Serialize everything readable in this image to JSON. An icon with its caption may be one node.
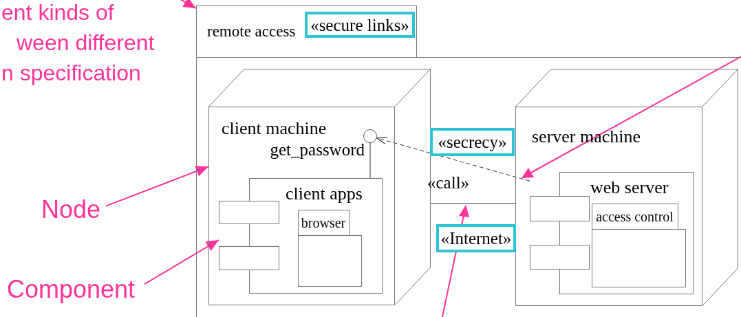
{
  "diagram": {
    "nodes": [
      {
        "text": [
          "remote access"
        ]
      },
      {
        "text": [
          "«secure links»"
        ]
      },
      {
        "text": [
          "client machine"
        ],
        "in": 0
      },
      {
        "text": [],
        "shape": "circle",
        "beside": [
          "get_password"
        ],
        "in": 2
      },
      {
        "text": [
          "client apps"
        ],
        "in": 2
      },
      {
        "text": [
          "browser"
        ],
        "in": 4
      },
      {
        "text": [
          "«secrecy»"
        ],
        "in": 0
      },
      {
        "text": [
          "server machine"
        ],
        "in": 0
      },
      {
        "text": [
          "web server"
        ],
        "in": 7
      },
      {
        "text": [
          "access control"
        ],
        "in": 8
      },
      {
        "text": [
          "«Internet»"
        ],
        "in": 0
      },
      {
        "text": [
          "Node"
        ]
      },
      {
        "text": [
          "Component"
        ]
      }
    ],
    "edges": [
      {
        "from": 8,
        "to": 3,
        "arrow": "to",
        "style": "dashed",
        "color": "#333333"
      },
      {
        "from": 2,
        "to": 7,
        "arrow": "none",
        "color": "#333333"
      },
      {
        "from": 11,
        "to": 2,
        "arrow": "to",
        "color": "#ff3399"
      },
      {
        "from": 12,
        "to": 4,
        "arrow": "to",
        "color": "#ff3399"
      },
      {
        "from": null,
        "to": 0,
        "arrow": "to",
        "color": "#ff3399"
      },
      {
        "from": 3,
        "to": 4,
        "arrow": "none",
        "color": "#333333"
      }
    ],
    "labels": [
      "ent kinds of",
      "ween different",
      "n specification",
      "«call»"
    ]
  }
}
